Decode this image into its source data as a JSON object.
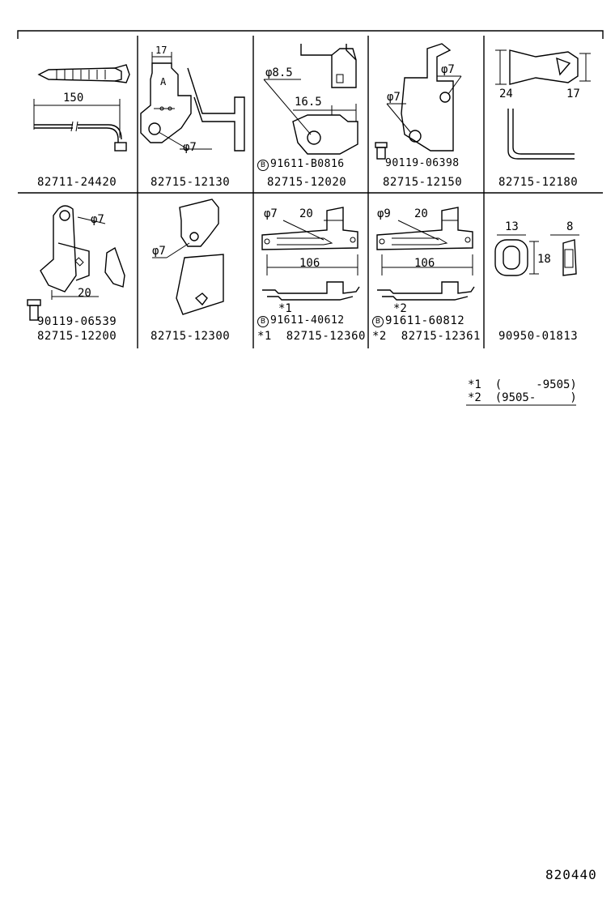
{
  "parts": {
    "r1c1": {
      "number": "82711-24420",
      "dim_length": "150"
    },
    "r1c2": {
      "number": "82715-12130",
      "dim_width": "17",
      "dim_hole": "φ7",
      "mark": "A"
    },
    "r1c3": {
      "number": "82715-12020",
      "dim_hole": "φ8.5",
      "dim_offset": "16.5",
      "bolt": "91611-B0816"
    },
    "r1c4": {
      "number": "82715-12150",
      "dim_hole_a": "φ7",
      "dim_hole_b": "φ7",
      "bolt": "90119-06398"
    },
    "r1c5": {
      "number": "82715-12180",
      "dim_a": "24",
      "dim_b": "17"
    },
    "r2c1": {
      "number": "82715-12200",
      "dim_hole": "φ7",
      "dim_offset": "20",
      "bolt": "90119-06539"
    },
    "r2c2": {
      "number": "82715-12300",
      "dim_hole": "φ7"
    },
    "r2c3": {
      "number": "*1  82715-12360",
      "dim_hole": "φ7",
      "dim_top": "20",
      "dim_length": "106",
      "mark": "*1",
      "bolt": "91611-40612"
    },
    "r2c4": {
      "number": "*2  82715-12361",
      "dim_hole": "φ9",
      "dim_top": "20",
      "dim_length": "106",
      "mark": "*2",
      "bolt": "91611-60812"
    },
    "r2c5": {
      "number": "90950-01813",
      "dim_a": "13",
      "dim_b": "8",
      "dim_c": "18"
    }
  },
  "bolt_marker": "B",
  "notes": {
    "line1": "*1  (     -9505)",
    "line2": "*2  (9505-     )"
  },
  "diagram_code": "820440"
}
